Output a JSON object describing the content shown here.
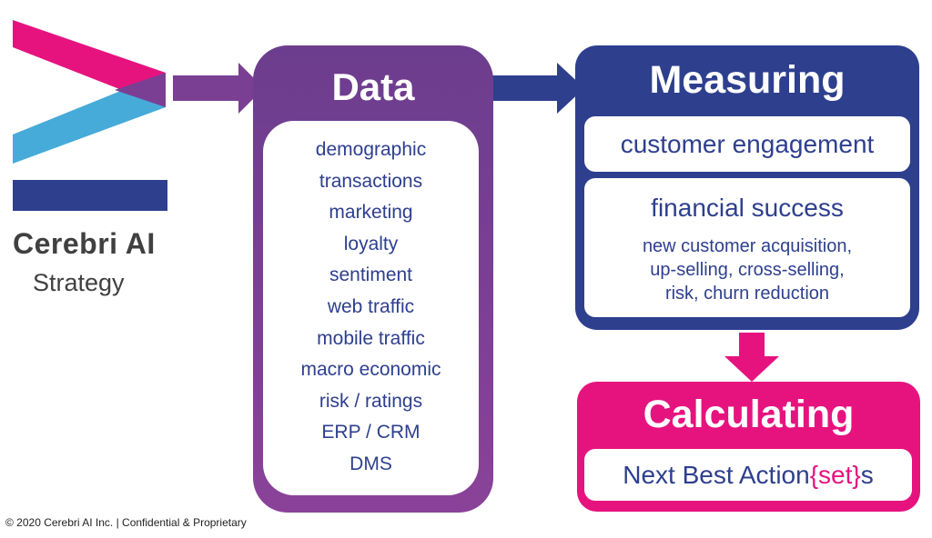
{
  "brand": {
    "name": "Cerebri AI",
    "subtitle": "Strategy"
  },
  "colors": {
    "purple": "#7a3f93",
    "navy": "#2e3f8e",
    "magenta": "#e6137f",
    "cyan": "#46abd8",
    "gray_text": "#404040"
  },
  "data_box": {
    "title": "Data",
    "items": [
      "demographic",
      "transactions",
      "marketing",
      "loyalty",
      "sentiment",
      "web traffic",
      "mobile traffic",
      "macro economic",
      "risk / ratings",
      "ERP / CRM",
      "DMS"
    ]
  },
  "measuring_box": {
    "title": "Measuring",
    "card1": "customer engagement",
    "card2_title": "financial success",
    "card2_lines": [
      "new customer acquisition,",
      "up-selling, cross-selling,",
      "risk, churn reduction"
    ]
  },
  "calculating_box": {
    "title": "Calculating",
    "text_before": "Next Best Action",
    "text_accent": "{set}",
    "text_after": "s"
  },
  "footer": "© 2020 Cerebri AI Inc. | Confidential & Proprietary"
}
